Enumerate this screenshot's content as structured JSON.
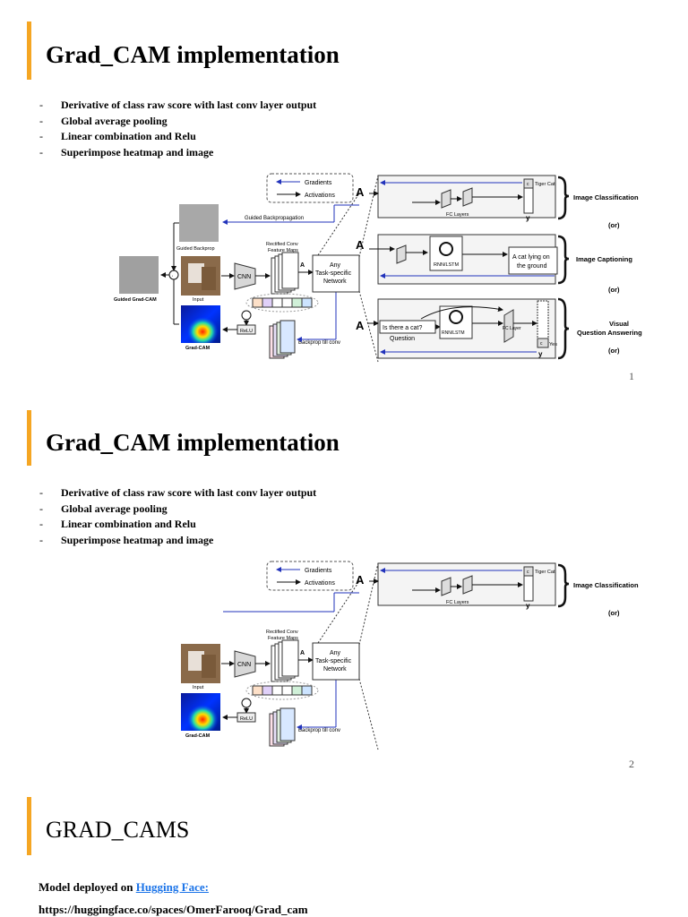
{
  "slides": [
    {
      "title": "Grad_CAM implementation",
      "bullets": [
        "Derivative of class raw score with last conv layer output",
        "Global average pooling",
        "Linear combination and Relu",
        "Superimpose heatmap and image"
      ],
      "page_number": "1"
    },
    {
      "title": "Grad_CAM implementation",
      "bullets": [
        "Derivative of class raw score with last conv layer output",
        "Global average pooling",
        "Linear combination and Relu",
        "Superimpose heatmap and image"
      ],
      "page_number": "2"
    },
    {
      "title": "GRAD_CAMS",
      "deployed_prefix": "Model deployed on ",
      "deployed_link": "Hugging Face:",
      "url": "https://huggingface.co/spaces/OmerFarooq/Grad_cam"
    }
  ],
  "diagram": {
    "legend_gradients": "Gradients",
    "legend_activations": "Activations",
    "guided_backprop_arrow": "Guided Backpropagation",
    "guided_backprop": "Guided Backprop",
    "guided_grad_cam": "Guided Grad-CAM",
    "input": "Input",
    "grad_cam": "Grad-CAM",
    "cnn": "CNN",
    "relu": "ReLU",
    "rectified_conv_1": "Rectified Conv",
    "rectified_conv_2": "Feature Maps",
    "task_network_1": "Any",
    "task_network_2": "Task-specific",
    "task_network_3": "Network",
    "backprop_till_conv": "Backprop till conv",
    "a_label": "A",
    "fc_layers": "FC Layers",
    "tiger_cat": "Tiger Cat",
    "c": "c",
    "y": "y",
    "image_classification": "Image Classification",
    "or": "(or)",
    "rnn_lstm": "RNN/LSTM",
    "caption_1": "A cat lying on",
    "caption_2": "the ground",
    "image_captioning": "Image Captioning",
    "question_text": "Is there a cat?",
    "question": "Question",
    "fc_layer": "FC Layer",
    "yes": "Yes",
    "vqa_1": "Visual",
    "vqa_2": "Question Answering"
  }
}
